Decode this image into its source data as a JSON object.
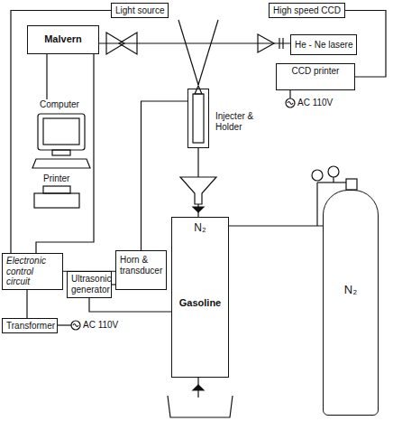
{
  "diagram": {
    "nodes": [
      {
        "text": [
          "Light source"
        ]
      },
      {
        "text": [
          "High speed CCD"
        ]
      },
      {
        "text": [
          "Malvern"
        ]
      },
      {
        "text": [
          "He - Ne lasere"
        ]
      },
      {
        "text": [
          "CCD printer"
        ]
      },
      {
        "text": [
          "Computer"
        ]
      },
      {
        "text": [
          "Printer"
        ]
      },
      {
        "text": [
          "Injecter & Holder"
        ]
      },
      {
        "text": [
          "Electronic control circuit"
        ]
      },
      {
        "text": [
          "Horn & transducer"
        ]
      },
      {
        "text": [
          "Ultrasonic generator"
        ]
      },
      {
        "text": [
          "Transformer"
        ]
      },
      {
        "text": [
          "N₂",
          "Gasoline"
        ]
      },
      {
        "text": [
          "N₂"
        ]
      }
    ],
    "edges": [
      {
        "from": 0,
        "to": 8,
        "arrow": "none"
      },
      {
        "from": 1,
        "to": 4,
        "arrow": "none"
      },
      {
        "from": 2,
        "to": 5,
        "arrow": "none"
      },
      {
        "from": 2,
        "to": 8,
        "arrow": "none"
      },
      {
        "from": 8,
        "to": 9,
        "arrow": "none"
      },
      {
        "from": 9,
        "to": 7,
        "arrow": "none"
      },
      {
        "from": 10,
        "to": 9,
        "arrow": "none"
      },
      {
        "from": 10,
        "to": 12,
        "arrow": "none"
      },
      {
        "from": 11,
        "to": 8,
        "arrow": "none"
      },
      {
        "from": 13,
        "to": 12,
        "arrow": "none"
      }
    ],
    "labels": [
      "AC 110V",
      "AC 110V"
    ]
  }
}
